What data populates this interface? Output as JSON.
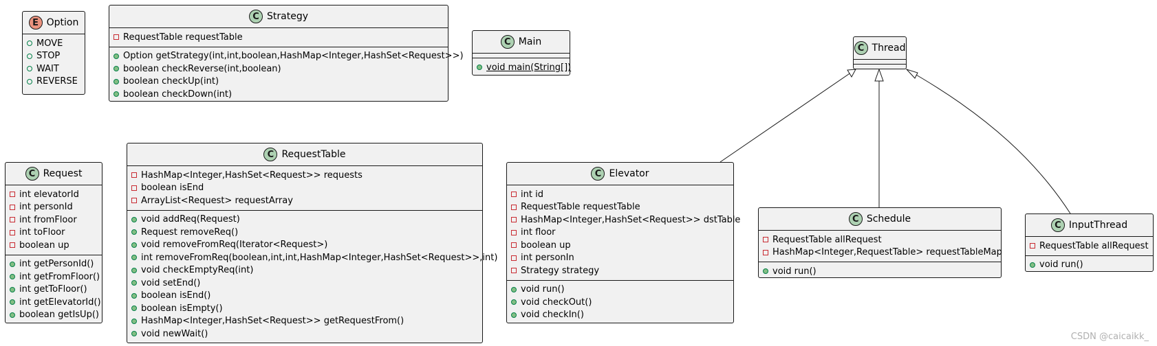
{
  "watermark": "CSDN @caicaikk_",
  "classes": {
    "option": {
      "kind": "E",
      "name": "Option",
      "members": [
        "MOVE",
        "STOP",
        "WAIT",
        "REVERSE"
      ]
    },
    "strategy": {
      "kind": "C",
      "name": "Strategy",
      "fields": [
        "RequestTable requestTable"
      ],
      "methods": [
        "Option getStrategy(int,int,boolean,HashMap<Integer,HashSet<Request>>)",
        "boolean checkReverse(int,boolean)",
        "boolean checkUp(int)",
        "boolean checkDown(int)"
      ]
    },
    "main": {
      "kind": "C",
      "name": "Main",
      "methods": [
        "void main(String[])"
      ]
    },
    "thread": {
      "kind": "C",
      "name": "Thread"
    },
    "request": {
      "kind": "C",
      "name": "Request",
      "fields": [
        "int elevatorId",
        "int personId",
        "int fromFloor",
        "int toFloor",
        "boolean up"
      ],
      "methods": [
        "int getPersonId()",
        "int getFromFloor()",
        "int getToFloor()",
        "int getElevatorId()",
        "boolean getIsUp()"
      ]
    },
    "requestTable": {
      "kind": "C",
      "name": "RequestTable",
      "fields": [
        "HashMap<Integer,HashSet<Request>> requests",
        "boolean isEnd",
        "ArrayList<Request> requestArray"
      ],
      "methods": [
        "void addReq(Request)",
        "Request removeReq()",
        "void removeFromReq(Iterator<Request>)",
        "int removeFromReq(boolean,int,int,HashMap<Integer,HashSet<Request>>,int)",
        "void checkEmptyReq(int)",
        "void setEnd()",
        "boolean isEnd()",
        "boolean isEmpty()",
        "HashMap<Integer,HashSet<Request>> getRequestFrom()",
        "void newWait()"
      ]
    },
    "elevator": {
      "kind": "C",
      "name": "Elevator",
      "fields": [
        "int id",
        "RequestTable requestTable",
        "HashMap<Integer,HashSet<Request>> dstTable",
        "int floor",
        "boolean up",
        "int personIn",
        "Strategy strategy"
      ],
      "methods": [
        "void run()",
        "void checkOut()",
        "void checkIn()"
      ]
    },
    "schedule": {
      "kind": "C",
      "name": "Schedule",
      "fields": [
        "RequestTable allRequest",
        "HashMap<Integer,RequestTable> requestTableMap"
      ],
      "methods": [
        "void run()"
      ]
    },
    "inputThread": {
      "kind": "C",
      "name": "InputThread",
      "fields": [
        "RequestTable allRequest"
      ],
      "methods": [
        "void run()"
      ]
    }
  },
  "relations": [
    {
      "from": "Elevator",
      "to": "Thread",
      "type": "extends"
    },
    {
      "from": "Schedule",
      "to": "Thread",
      "type": "extends"
    },
    {
      "from": "InputThread",
      "to": "Thread",
      "type": "extends"
    }
  ]
}
